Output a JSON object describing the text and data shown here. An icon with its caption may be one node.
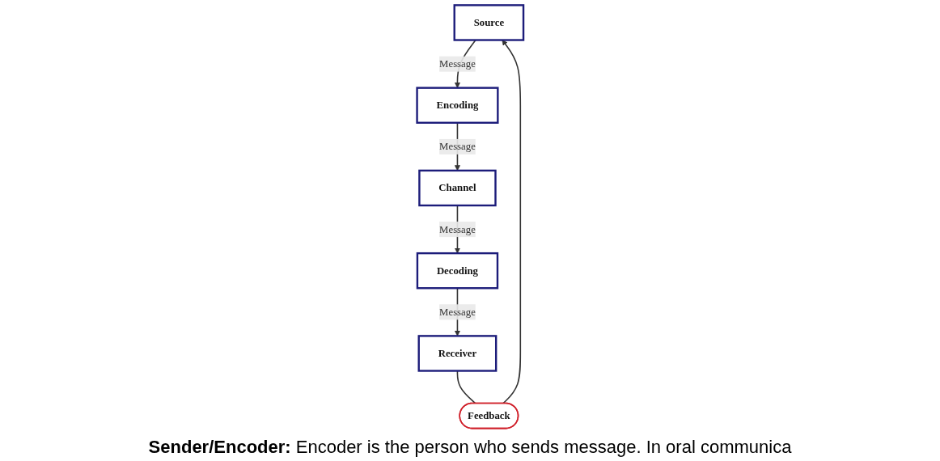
{
  "diagram": {
    "nodes": [
      {
        "text": [
          "Source"
        ]
      },
      {
        "text": [
          "Encoding"
        ]
      },
      {
        "text": [
          "Channel"
        ]
      },
      {
        "text": [
          "Decoding"
        ]
      },
      {
        "text": [
          "Receiver"
        ]
      },
      {
        "text": [
          "Feedback"
        ]
      }
    ],
    "edges": [
      {
        "from": 0,
        "to": 1,
        "arrow": "to",
        "label": "Message"
      },
      {
        "from": 1,
        "to": 2,
        "arrow": "to",
        "label": "Message"
      },
      {
        "from": 2,
        "to": 3,
        "arrow": "to",
        "label": "Message"
      },
      {
        "from": 3,
        "to": 4,
        "arrow": "to",
        "label": "Message"
      },
      {
        "from": 4,
        "to": 5,
        "arrow": "none"
      },
      {
        "from": 5,
        "to": 0,
        "arrow": "to"
      }
    ],
    "labels": [
      "**Sender/Encoder:** Encoder is the person who sends message. In oral communica"
    ]
  }
}
